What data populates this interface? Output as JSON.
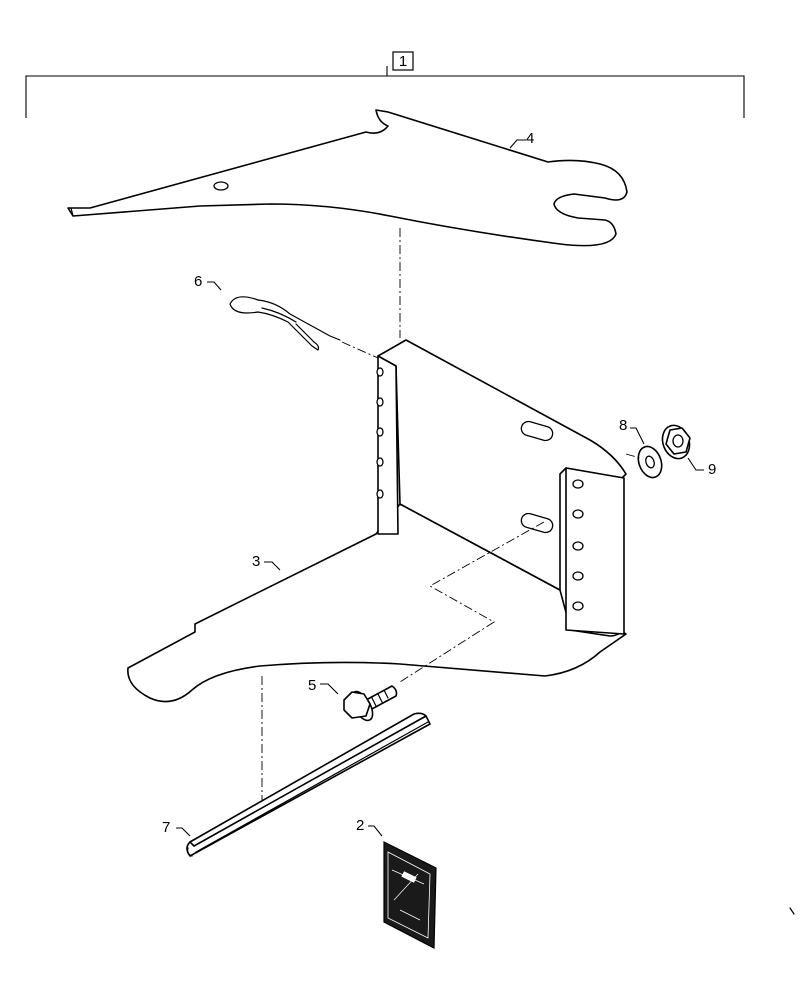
{
  "callouts": {
    "assembly": "1",
    "item_2": "2",
    "item_3": "3",
    "item_4": "4",
    "item_5": "5",
    "item_6": "6",
    "item_7": "7",
    "item_8": "8",
    "item_9": "9"
  }
}
